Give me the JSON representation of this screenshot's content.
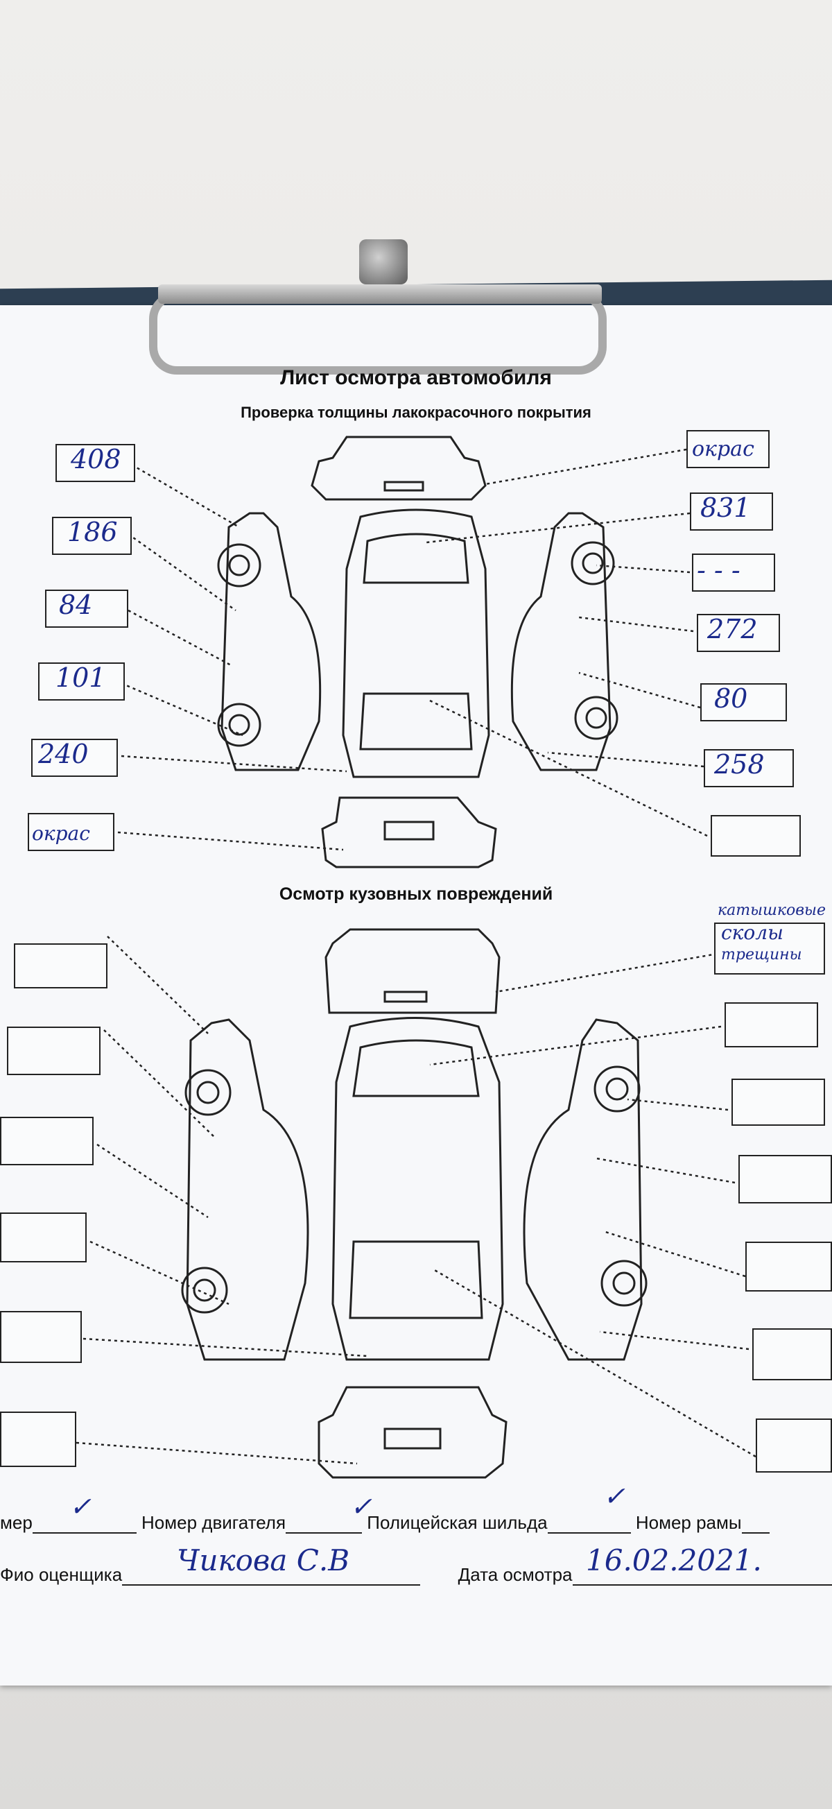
{
  "form": {
    "title": "Лист осмотра автомобиля",
    "section1_title": "Проверка толщины лакокрасочного покрытия",
    "section2_title": "Осмотр кузовных повреждений"
  },
  "paint_readings": {
    "left": [
      "408",
      "186",
      "84",
      "101",
      "240",
      "окрас"
    ],
    "right": [
      "окрас",
      "831",
      "- - -",
      "272",
      "80",
      "258",
      ""
    ]
  },
  "damage_notes": {
    "right_top_lines": [
      "катышковые",
      "сколы",
      "трещины"
    ]
  },
  "footer": {
    "vin_label": "мер",
    "vin_mark": "✓",
    "engine_label": "Номер двигателя",
    "engine_mark": "✓",
    "plate_label": "Полицейская шильда",
    "plate_mark": "✓",
    "frame_label": "Номер рамы",
    "appraiser_label": "Фио оценщика",
    "appraiser_signature": "Чикова С.В",
    "date_label": "Дата осмотра",
    "date_value": "16.02.2021."
  },
  "colors": {
    "ink": "#1b2a8c",
    "board": "#2d3f52",
    "paper": "#f7f8fa"
  }
}
